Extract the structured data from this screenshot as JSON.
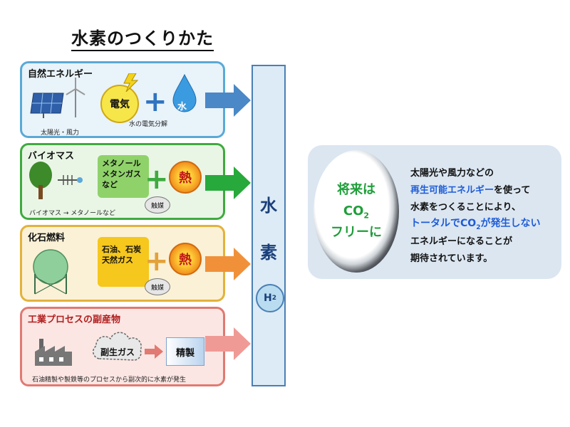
{
  "title": "水素のつくりかた",
  "panels": {
    "natural": {
      "title": "自然エネルギー",
      "caption": "太陽光・風力",
      "electricity": "電気",
      "water": "水",
      "note": "水の電気分解",
      "color": "#5aa9d6"
    },
    "biomass": {
      "title": "バイオマス",
      "box_line1": "メタノール",
      "box_line2": "メタンガス",
      "box_line3": "など",
      "heat": "熱",
      "catalyst": "触媒",
      "caption": "バイオマス → メタノールなど",
      "color": "#3faa3f"
    },
    "fossil": {
      "title": "化石燃料",
      "box_line1": "石油、石炭",
      "box_line2": "天然ガス",
      "heat": "熱",
      "catalyst": "触媒",
      "color": "#e3b23c"
    },
    "industrial": {
      "title": "工業プロセスの副産物",
      "gas": "副生ガス",
      "refine": "精製",
      "caption": "石油精製や製鉄等のプロセスから副次的に水素が発生",
      "color": "#e07a72"
    }
  },
  "hydrogen": {
    "char1": "水",
    "char2": "素",
    "formula": "H",
    "subscript": "2"
  },
  "future": {
    "ring_line1": "将来は",
    "ring_co": "CO",
    "ring_sub": "2",
    "ring_line3": "フリーに",
    "line1": "太陽光や風力などの",
    "line2_blue": "再生可能エネルギー",
    "line2_rest": "を使って",
    "line3": "水素をつくることにより、",
    "line4_blue_a": "トータルでCO",
    "line4_sub": "2",
    "line4_blue_b": "が発生しない",
    "line5": "エネルギーになることが",
    "line6": "期待されています。"
  }
}
